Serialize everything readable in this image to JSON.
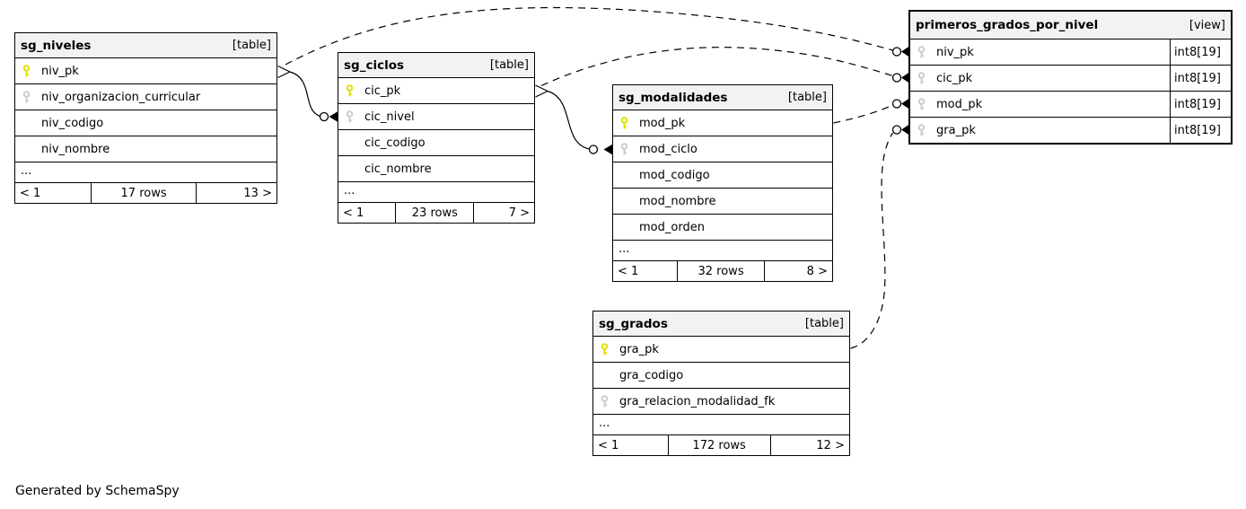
{
  "footer_note": "Generated by SchemaSpy",
  "colors": {
    "primary_key": "#e0e000",
    "foreign_key": "#cccccc",
    "header_bg": "#f2f2f2",
    "border": "#000000"
  },
  "entities": [
    {
      "name": "sg_niveles",
      "kind": "[table]",
      "columns": [
        {
          "name": "niv_pk",
          "key": "pk"
        },
        {
          "name": "niv_organizacion_curricular",
          "key": "fk"
        },
        {
          "name": "niv_codigo",
          "key": ""
        },
        {
          "name": "niv_nombre",
          "key": ""
        }
      ],
      "ellipsis": "...",
      "pager": {
        "prev": "< 1",
        "rows": "17 rows",
        "next": "13 >"
      }
    },
    {
      "name": "sg_ciclos",
      "kind": "[table]",
      "columns": [
        {
          "name": "cic_pk",
          "key": "pk"
        },
        {
          "name": "cic_nivel",
          "key": "fk"
        },
        {
          "name": "cic_codigo",
          "key": ""
        },
        {
          "name": "cic_nombre",
          "key": ""
        }
      ],
      "ellipsis": "...",
      "pager": {
        "prev": "< 1",
        "rows": "23 rows",
        "next": "7 >"
      }
    },
    {
      "name": "sg_modalidades",
      "kind": "[table]",
      "columns": [
        {
          "name": "mod_pk",
          "key": "pk"
        },
        {
          "name": "mod_ciclo",
          "key": "fk"
        },
        {
          "name": "mod_codigo",
          "key": ""
        },
        {
          "name": "mod_nombre",
          "key": ""
        },
        {
          "name": "mod_orden",
          "key": ""
        }
      ],
      "ellipsis": "...",
      "pager": {
        "prev": "< 1",
        "rows": "32 rows",
        "next": "8 >"
      }
    },
    {
      "name": "sg_grados",
      "kind": "[table]",
      "columns": [
        {
          "name": "gra_pk",
          "key": "pk"
        },
        {
          "name": "gra_codigo",
          "key": ""
        },
        {
          "name": "gra_relacion_modalidad_fk",
          "key": "fk"
        }
      ],
      "ellipsis": "...",
      "pager": {
        "prev": "< 1",
        "rows": "172 rows",
        "next": "12 >"
      }
    },
    {
      "name": "primeros_grados_por_nivel",
      "kind": "[view]",
      "columns": [
        {
          "name": "niv_pk",
          "key": "fk",
          "type": "int8[19]"
        },
        {
          "name": "cic_pk",
          "key": "fk",
          "type": "int8[19]"
        },
        {
          "name": "mod_pk",
          "key": "fk",
          "type": "int8[19]"
        },
        {
          "name": "gra_pk",
          "key": "fk",
          "type": "int8[19]"
        }
      ]
    }
  ],
  "relationships": [
    {
      "from": "sg_niveles.niv_pk",
      "to": "sg_ciclos.cic_nivel",
      "style": "solid"
    },
    {
      "from": "sg_ciclos.cic_pk",
      "to": "sg_modalidades.mod_ciclo",
      "style": "solid"
    },
    {
      "from": "sg_niveles.niv_pk",
      "to": "primeros_grados_por_nivel.niv_pk",
      "style": "dashed"
    },
    {
      "from": "sg_ciclos.cic_pk",
      "to": "primeros_grados_por_nivel.cic_pk",
      "style": "dashed"
    },
    {
      "from": "sg_modalidades.mod_pk",
      "to": "primeros_grados_por_nivel.mod_pk",
      "style": "dashed"
    },
    {
      "from": "sg_grados.gra_pk",
      "to": "primeros_grados_por_nivel.gra_pk",
      "style": "dashed"
    }
  ]
}
